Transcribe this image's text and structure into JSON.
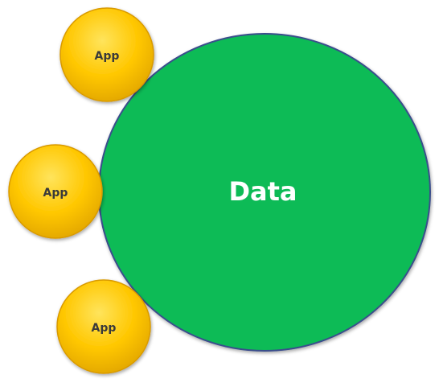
{
  "diagram": {
    "center": {
      "label": "Data",
      "fill": "#0ABB57",
      "stroke": "#3A4E8C",
      "text_color": "#FFFFFF"
    },
    "satellites": [
      {
        "label": "App"
      },
      {
        "label": "App"
      },
      {
        "label": "App"
      }
    ],
    "satellite_colors": {
      "fill_light": "#FFE45C",
      "fill": "#FFC700",
      "fill_dark": "#E0A400",
      "stroke": "#D99A00",
      "text_color": "#3A3A3A"
    }
  }
}
